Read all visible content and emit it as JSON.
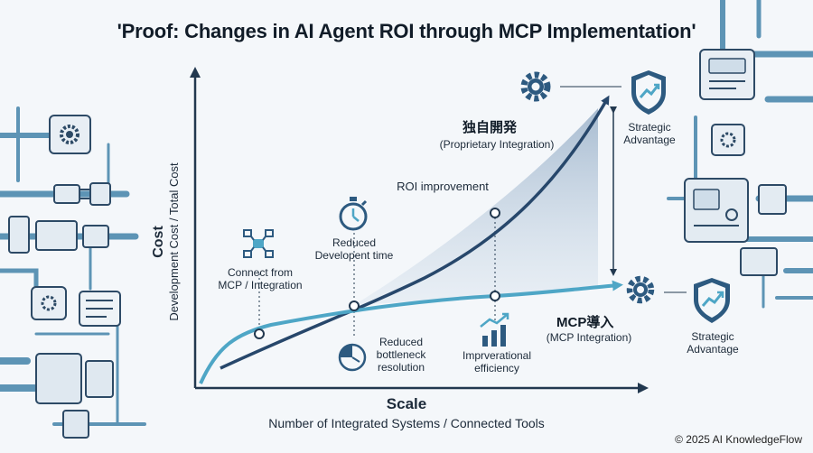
{
  "title": "'Proof: Changes in AI Agent ROI through MCP Implementation'",
  "axes": {
    "x_title": "Scale",
    "x_subtitle": "Number of Integrated Systems / Connected Tools",
    "y_title": "Cost",
    "y_subtitle": "Development Cost / Total Cost"
  },
  "curves": {
    "proprietary": {
      "label_jp": "独自開発",
      "label_en": "(Proprietary Integration)",
      "color": "#27476b"
    },
    "mcp": {
      "label_jp": "MCP導入",
      "label_en": "(MCP Integration)",
      "color": "#4ea6c6"
    }
  },
  "annotations": {
    "roi": "ROI improvement",
    "connect": [
      "Connect from",
      "MCP / Integration"
    ],
    "dev_time": [
      "Reduced",
      "Developent time"
    ],
    "bottleneck": [
      "Reduced",
      "bottleneck",
      "resolution"
    ],
    "efficiency": [
      "Imprverational",
      "efficiency"
    ],
    "strategic_top": [
      "Strategic",
      "Advantage"
    ],
    "strategic_bottom": [
      "Strategic",
      "Advantage"
    ]
  },
  "icons": {
    "top_gear": "gear-icon",
    "top_shield": "shield-growth-icon",
    "bottom_gear": "gear-icon",
    "bottom_shield": "shield-growth-icon",
    "stopwatch": "stopwatch-icon",
    "network": "network-icon",
    "pie_clock": "pie-clock-icon",
    "bar_growth": "bar-growth-icon"
  },
  "footer": "© 2025 AI KnowledgeFlow"
}
